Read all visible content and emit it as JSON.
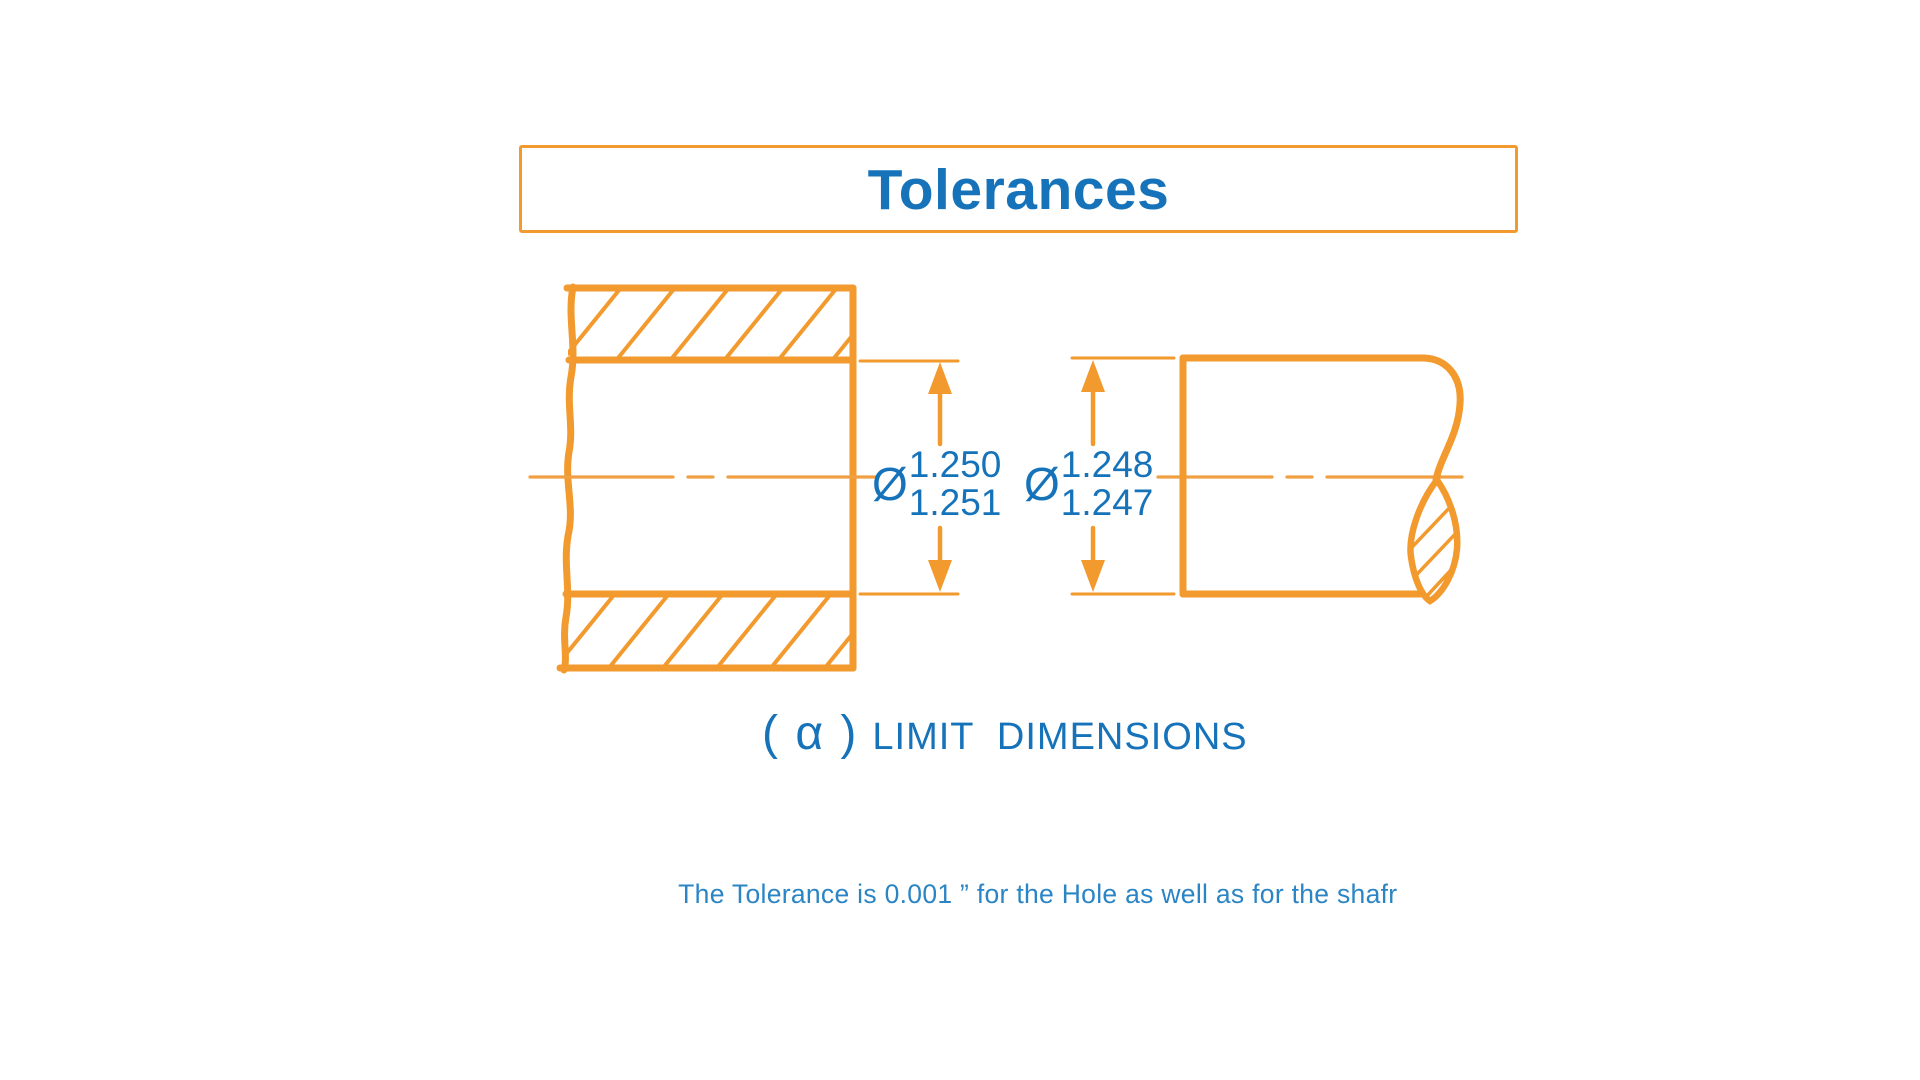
{
  "colors": {
    "line_orange": "#F39A2E",
    "centerline_orange": "#F09F43",
    "heading_blue": "#1673BA",
    "note_blue": "#2B85C5"
  },
  "title": {
    "text": "Tolerances"
  },
  "labels": {
    "hole": {
      "symbol": "Ø",
      "upper": "1.250",
      "lower": "1.251"
    },
    "shaft": {
      "symbol": "Ø",
      "upper": "1.248",
      "lower": "1.247"
    }
  },
  "caption": {
    "alpha": "( α )",
    "text": "LIMIT  DIMENSIONS"
  },
  "note": {
    "text": "The Tolerance is 0.001 ” for the Hole as well as for the shafr"
  }
}
